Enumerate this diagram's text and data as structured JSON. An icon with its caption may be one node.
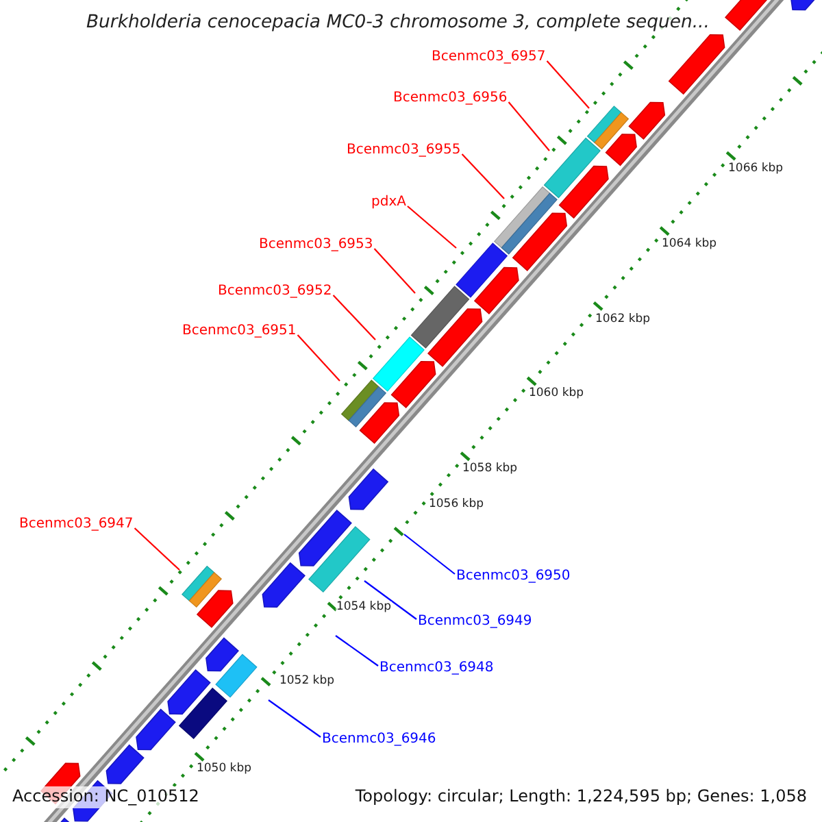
{
  "diagram": {
    "title": "Burkholderia cenocepacia MC0-3 chromosome 3, complete sequen...",
    "nodes": [
      {
        "text": [
          "Bcenmc03_6957"
        ]
      },
      {
        "text": [
          "Bcenmc03_6956"
        ]
      },
      {
        "text": [
          "Bcenmc03_6955"
        ]
      },
      {
        "text": [
          "pdxA"
        ]
      },
      {
        "text": [
          "Bcenmc03_6953"
        ]
      },
      {
        "text": [
          "Bcenmc03_6952"
        ]
      },
      {
        "text": [
          "Bcenmc03_6951"
        ]
      },
      {
        "text": [
          "Bcenmc03_6947"
        ]
      },
      {
        "text": [
          "Bcenmc03_6950"
        ]
      },
      {
        "text": [
          "Bcenmc03_6949"
        ]
      },
      {
        "text": [
          "Bcenmc03_6948"
        ]
      },
      {
        "text": [
          "Bcenmc03_6946"
        ]
      }
    ],
    "edges": [
      {
        "from": 0,
        "to": null,
        "arrow": "none"
      },
      {
        "from": 1,
        "to": null,
        "arrow": "none"
      },
      {
        "from": 2,
        "to": null,
        "arrow": "none"
      },
      {
        "from": 3,
        "to": null,
        "arrow": "none"
      },
      {
        "from": 4,
        "to": null,
        "arrow": "none"
      },
      {
        "from": 5,
        "to": null,
        "arrow": "none"
      },
      {
        "from": 6,
        "to": null,
        "arrow": "none"
      },
      {
        "from": 7,
        "to": null,
        "arrow": "none"
      },
      {
        "from": 8,
        "to": null,
        "arrow": "none",
        "color": "#0000ff"
      },
      {
        "from": 9,
        "to": null,
        "arrow": "none",
        "color": "#0000ff"
      },
      {
        "from": 10,
        "to": null,
        "arrow": "none",
        "color": "#0000ff"
      },
      {
        "from": 11,
        "to": null,
        "arrow": "none",
        "color": "#0000ff"
      }
    ],
    "labels": [
      "1066 kbp",
      "1064 kbp",
      "1062 kbp",
      "1060 kbp",
      "1058 kbp",
      "1056 kbp",
      "1054 kbp",
      "1052 kbp",
      "1050 kbp",
      "Accession: NC_010512",
      "Topology: circular; Length: 1,224,595 bp; Genes: 1,058"
    ]
  }
}
